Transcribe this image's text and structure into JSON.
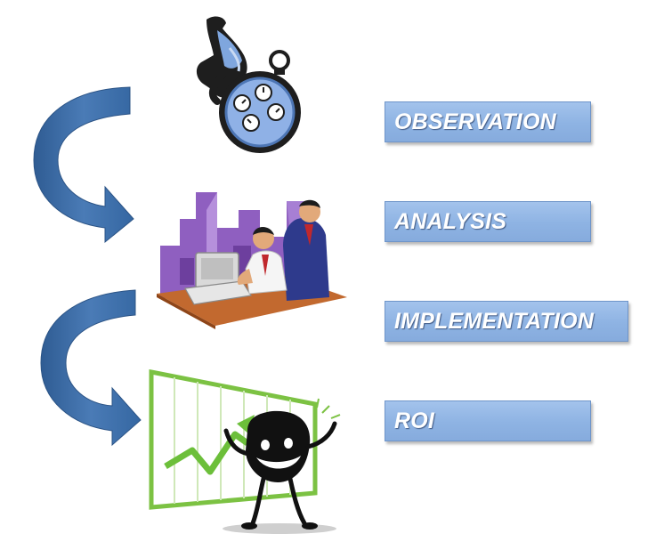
{
  "steps": [
    {
      "label": "OBSERVATION",
      "icon": "stopwatch-icon"
    },
    {
      "label": "ANALYSIS",
      "icon": "office-workers-icon"
    },
    {
      "label": "IMPLEMENTATION"
    },
    {
      "label": "ROI",
      "icon": "rising-chart-icon"
    }
  ],
  "colors": {
    "box_fill": "#8eb3e3",
    "box_border": "#6f95c9",
    "arrow": "#3d6da6",
    "label_text": "#ffffff"
  }
}
